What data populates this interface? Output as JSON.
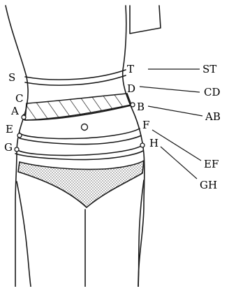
{
  "figure": {
    "point_labels": {
      "S": "S",
      "T": "T",
      "C": "C",
      "D": "D",
      "A": "A",
      "B": "B",
      "E": "E",
      "F": "F",
      "G": "G",
      "H": "H"
    },
    "line_labels": {
      "ST": "ST",
      "CD": "CD",
      "AB": "AB",
      "EF": "EF",
      "GH": "GH"
    },
    "colors": {
      "stroke": "#1a1a1a",
      "underwear_dots": "#555555",
      "background": "#ffffff"
    }
  }
}
